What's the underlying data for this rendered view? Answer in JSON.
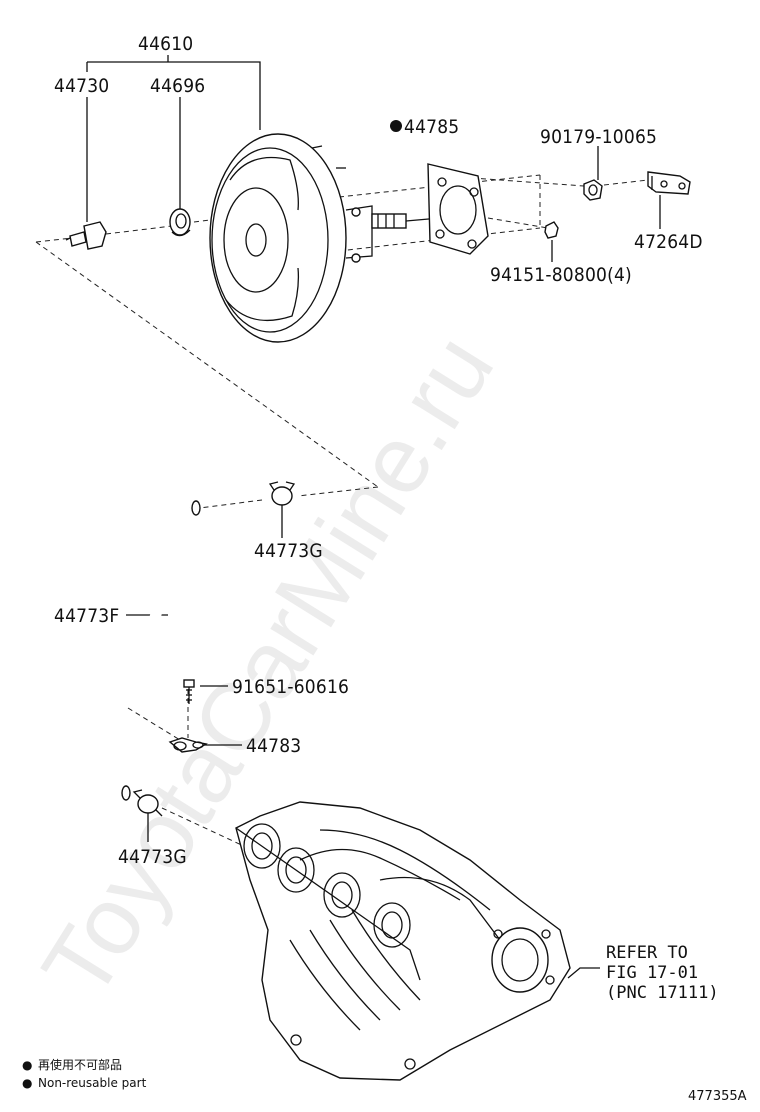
{
  "watermark": "ToyotaCarMine.ru",
  "callouts": {
    "assembly": "44610",
    "check_valve": "44730",
    "grommet": "44696",
    "gasket": "44785",
    "nut_9017": "90179-10065",
    "clevis": "47264D",
    "nut_9415": "94151-80800(4)",
    "clamp_upper": "44773G",
    "hose": "44773F",
    "bolt": "91651-60616",
    "clip": "44783",
    "clamp_lower": "44773G"
  },
  "refer": {
    "line1": "REFER TO",
    "line2": "FIG 17-01",
    "line3": "(PNC 17111)"
  },
  "legend": {
    "bullet": "●",
    "line1": "再使用不可部品",
    "line2": "Non-reusable part"
  },
  "figure_code": "477355A",
  "colors": {
    "line": "#111111",
    "background": "#ffffff"
  }
}
